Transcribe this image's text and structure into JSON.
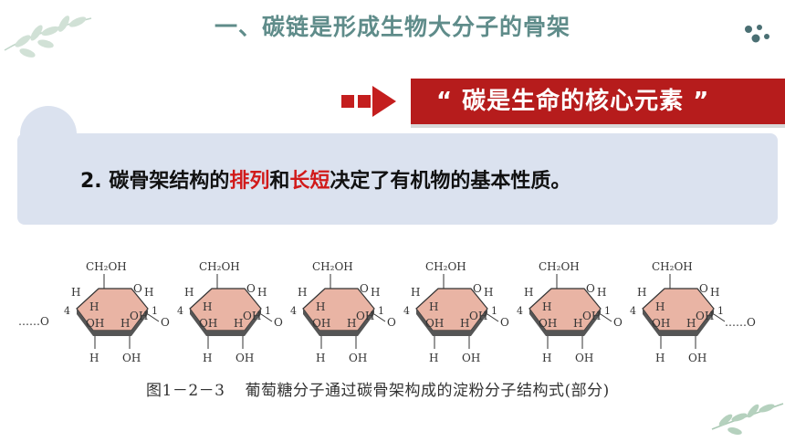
{
  "title": "一、碳链是形成生物大分子的骨架",
  "banner": {
    "text": "“ 碳是生命的核心元素 ”"
  },
  "point": {
    "prefix": "2. 碳骨架结构的",
    "highlight1": "排列",
    "mid": "和",
    "highlight2": "长短",
    "suffix": "决定了有机物的基本性质。"
  },
  "structure": {
    "top_group": "CH₂OH",
    "atoms": [
      "H",
      "OH",
      "O",
      "4",
      "1"
    ],
    "chain_ends": "……O"
  },
  "caption": {
    "figure": "图1－2－3",
    "text": "葡萄糖分子通过碳骨架构成的淀粉分子结构式(部分)"
  },
  "colors": {
    "accent_red": "#b61c1c",
    "highlight_red": "#d11a1a",
    "title_teal": "#5f8c8a",
    "panel_blue": "#dbe2ef",
    "ring_fill": "#e9b4a4"
  }
}
